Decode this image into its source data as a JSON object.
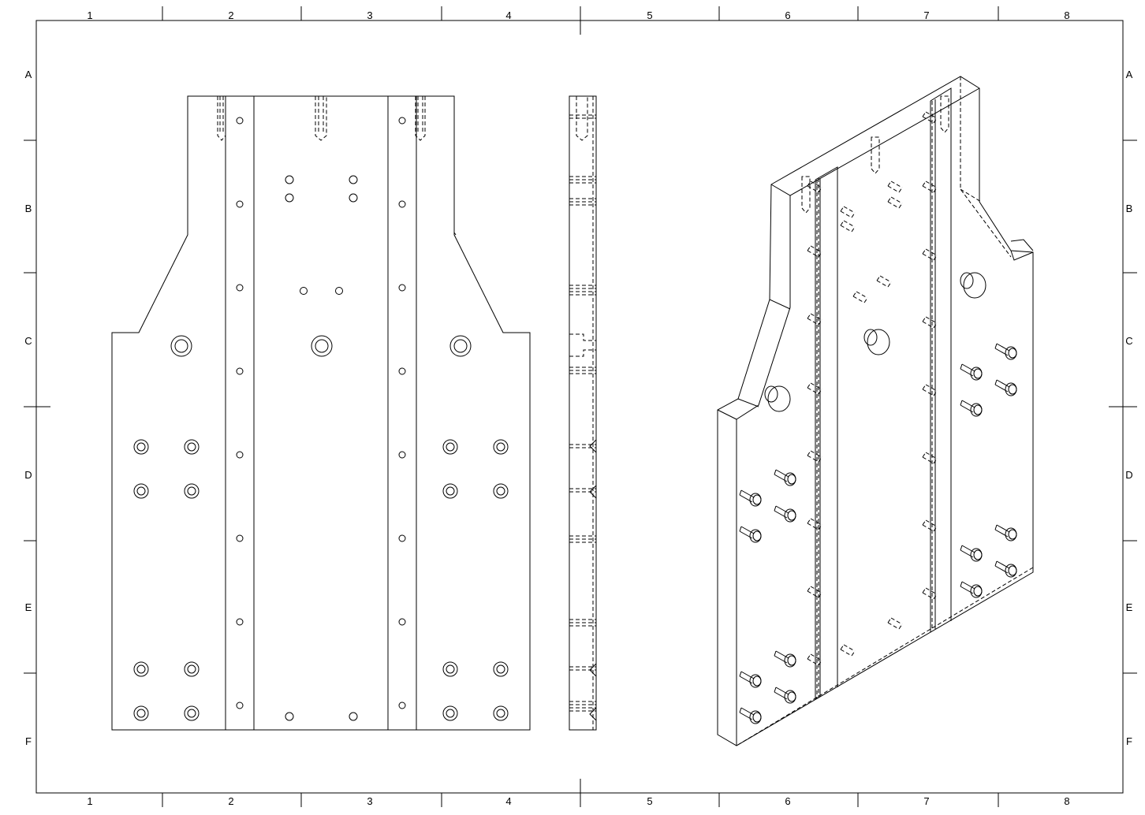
{
  "sheet": {
    "column_labels": [
      "1",
      "2",
      "3",
      "4",
      "5",
      "6",
      "7",
      "8"
    ],
    "row_labels": [
      "A",
      "B",
      "C",
      "D",
      "E",
      "F"
    ]
  },
  "views": {
    "front": "front-view",
    "side": "side-view",
    "iso": "isometric-view"
  }
}
